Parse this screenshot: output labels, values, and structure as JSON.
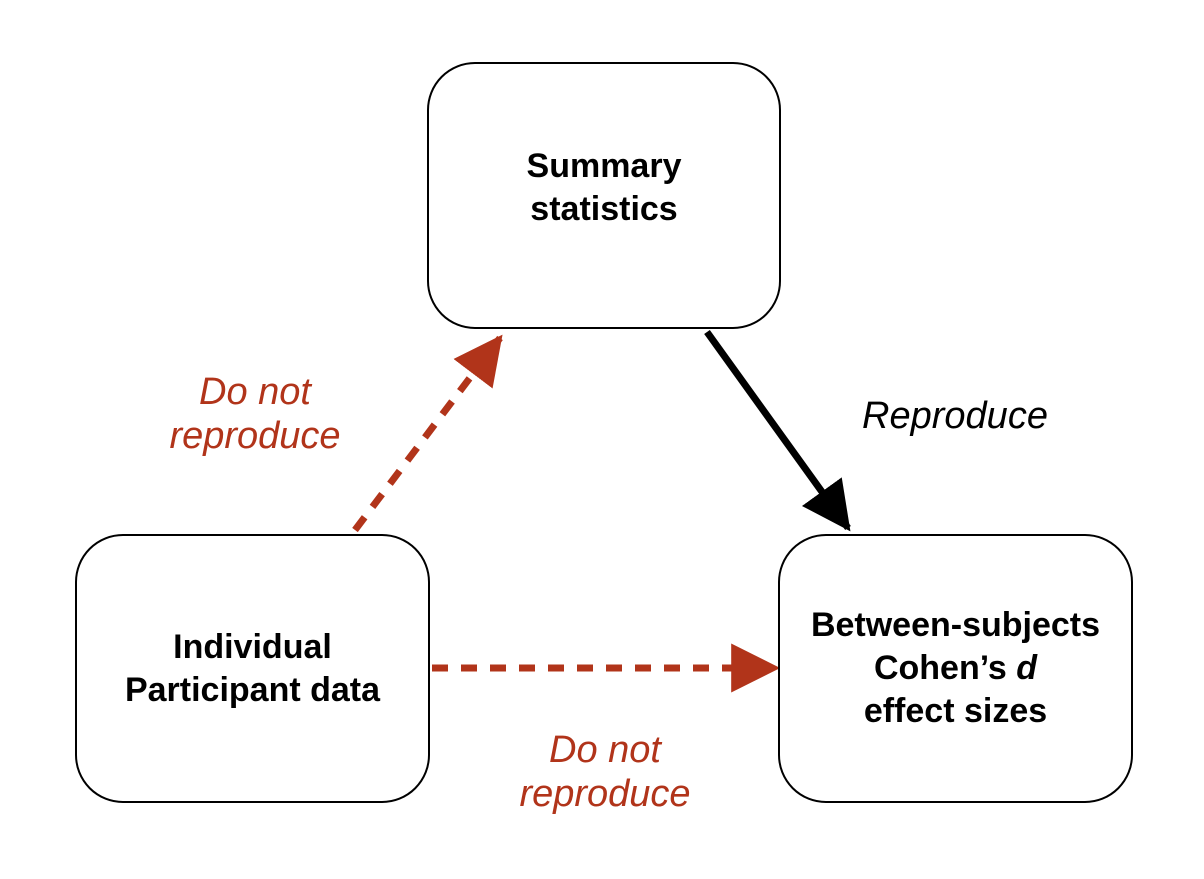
{
  "nodes": {
    "summary": {
      "line1": "Summary",
      "line2": "statistics"
    },
    "ipd": {
      "line1": "Individual",
      "line2": "Participant data"
    },
    "cohen": {
      "line1": "Between-subjects",
      "line2_text": "Cohen’s ",
      "line2_italic": "d",
      "line3": "effect sizes"
    }
  },
  "edges": {
    "ipd_to_summary": {
      "line1": "Do not",
      "line2": "reproduce",
      "style": "dashed"
    },
    "ipd_to_cohen": {
      "line1": "Do not",
      "line2": "reproduce",
      "style": "dashed"
    },
    "summary_to_cohen": {
      "label": "Reproduce",
      "style": "solid"
    }
  },
  "colors": {
    "dashed_arrow": "#B1341A",
    "solid_arrow": "#000000",
    "node_border": "#000000"
  }
}
